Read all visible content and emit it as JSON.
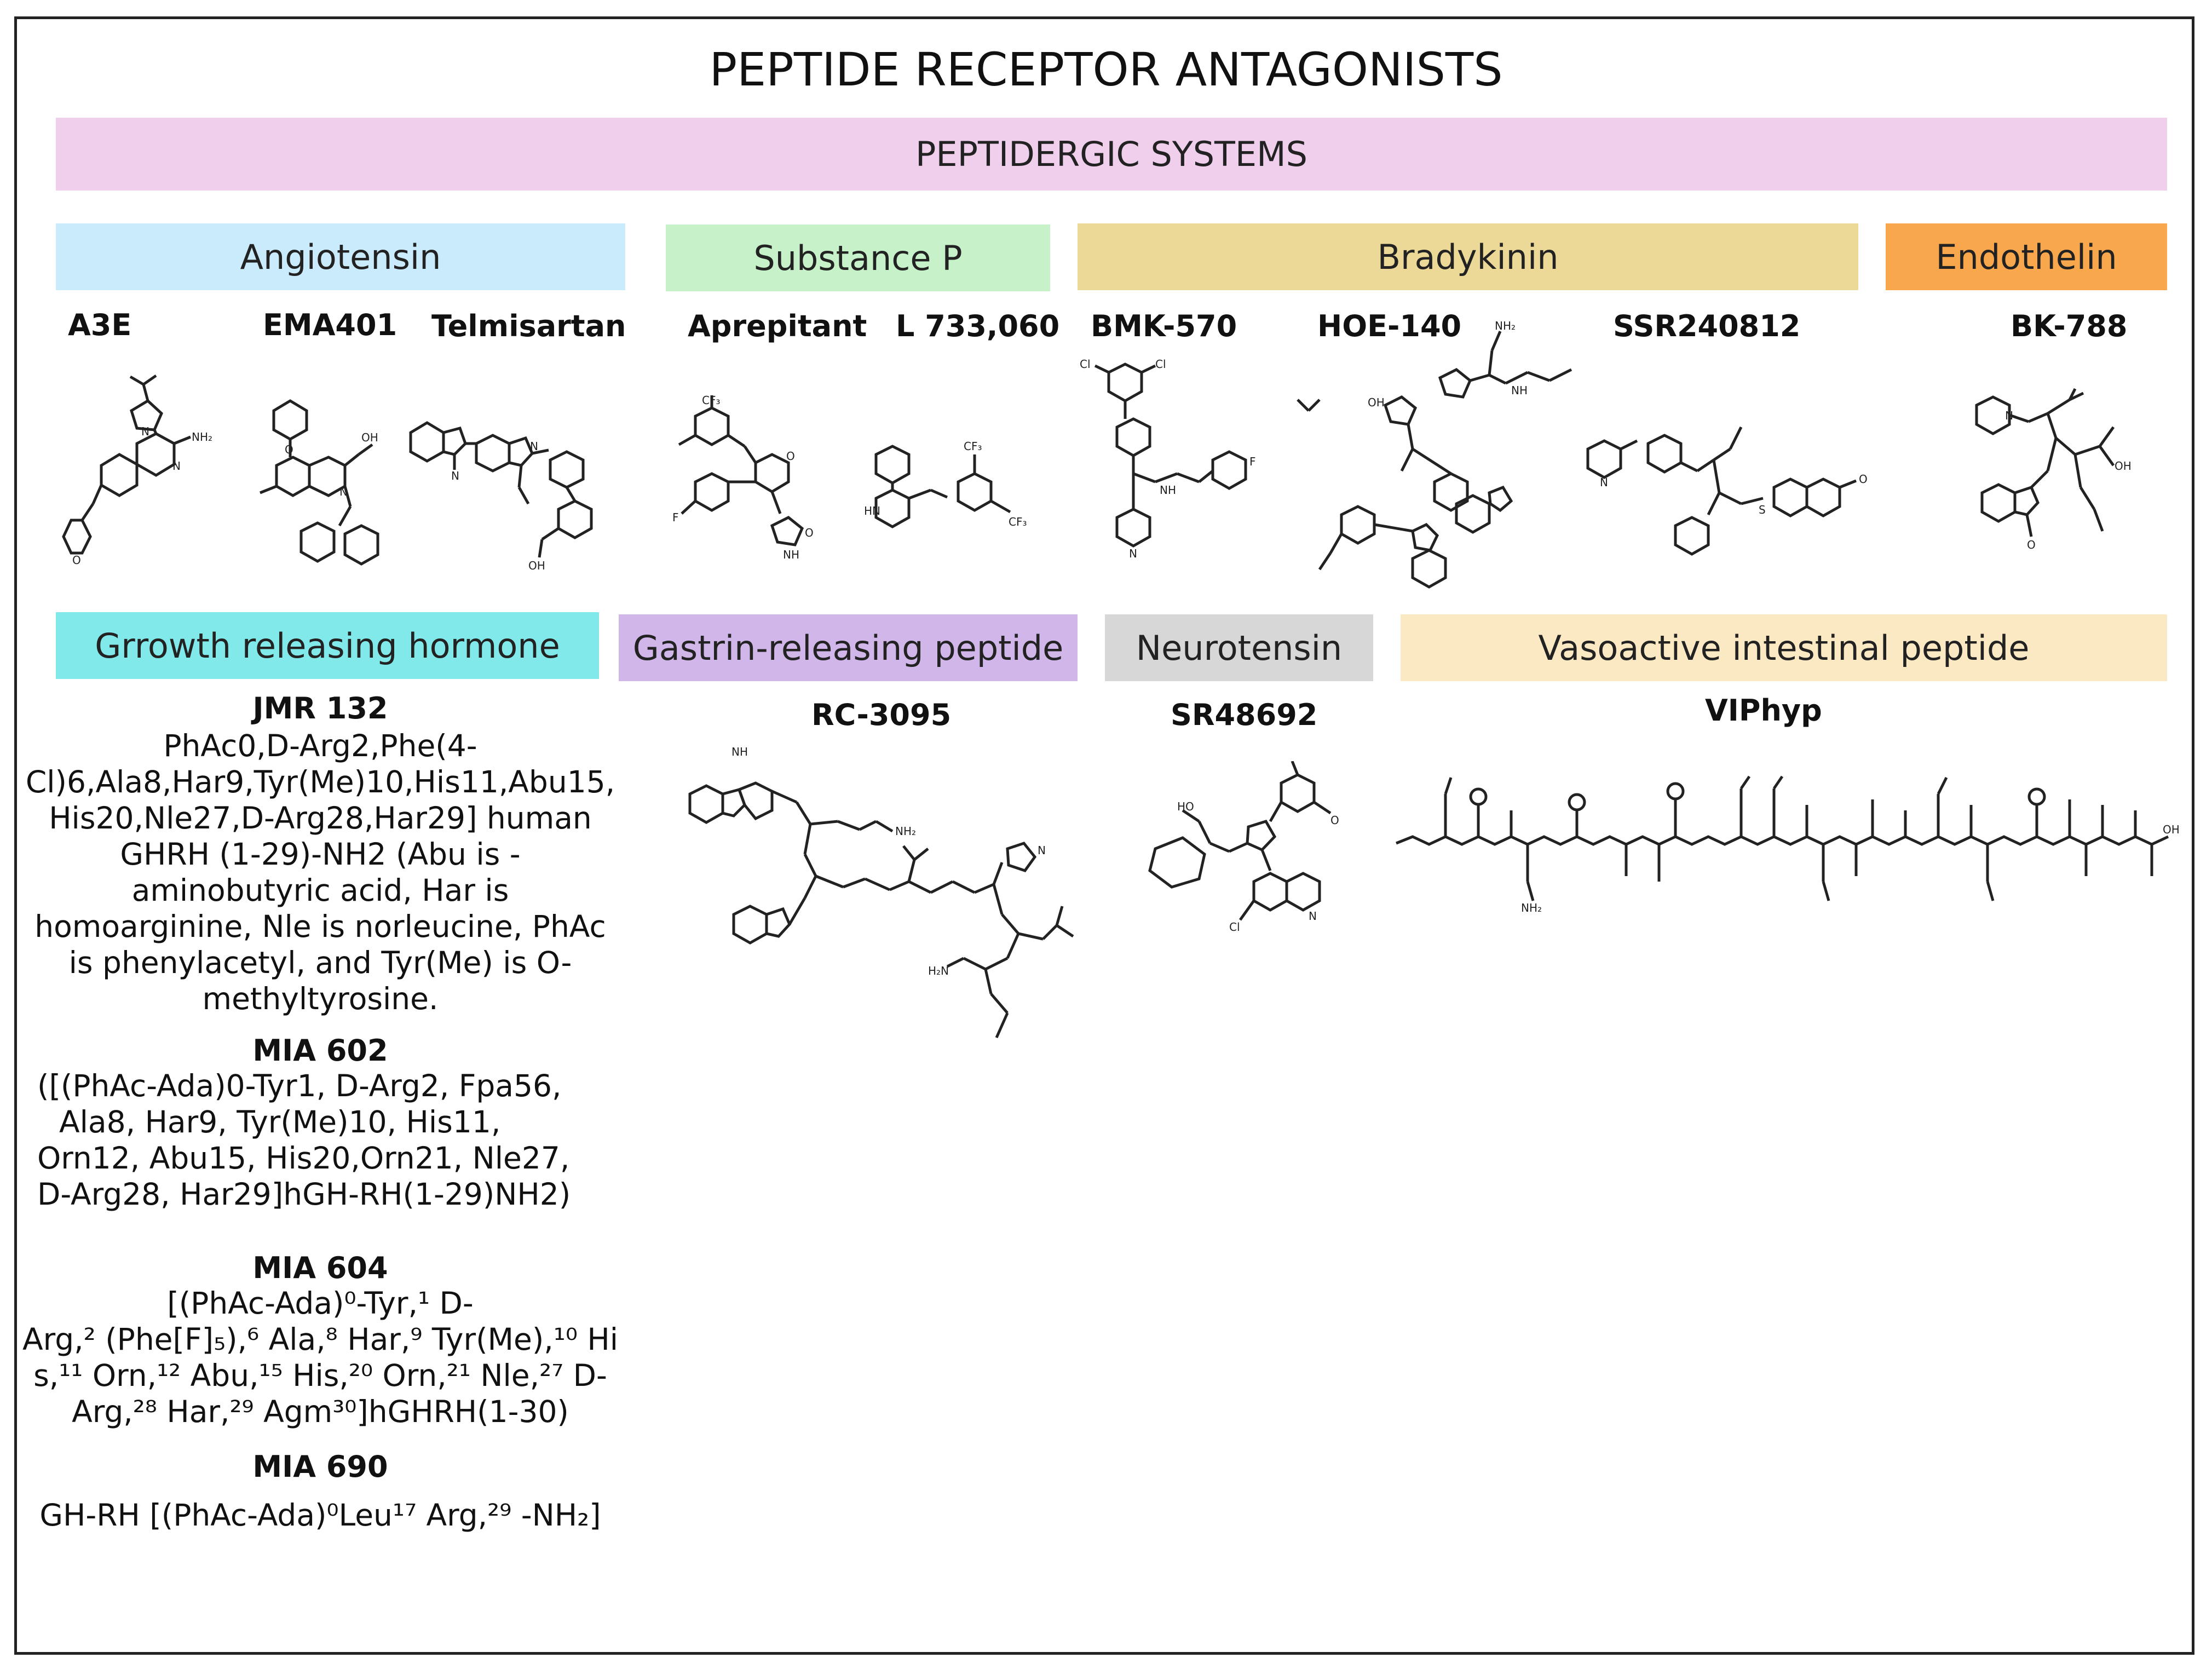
{
  "title": "PEPTIDE RECEPTOR ANTAGONISTS",
  "banner": "PEPTIDERGIC SYSTEMS",
  "colors": {
    "banner": "#f0cfec",
    "angiotensin": "#c9ebfb",
    "substance_p": "#c6f1c9",
    "bradykinin": "#ecd897",
    "endothelin": "#f8a74c",
    "growth": "#81e9ea",
    "gastrin": "#d1b6ea",
    "neurotensin": "#d7d7d7",
    "vip": "#fbe9c4"
  },
  "systems_top": {
    "angiotensin": {
      "label": "Angiotensin",
      "drugs": [
        "A3E",
        "EMA401",
        "Telmisartan"
      ]
    },
    "substance_p": {
      "label": "Substance P",
      "drugs": [
        "Aprepitant",
        "L 733,060"
      ]
    },
    "bradykinin": {
      "label": "Bradykinin",
      "drugs": [
        "BMK-570",
        "HOE-140",
        "SSR240812"
      ]
    },
    "endothelin": {
      "label": "Endothelin",
      "drugs": [
        "BK-788"
      ]
    }
  },
  "systems_bottom": {
    "growth": {
      "label": "Grrowth releasing hormone",
      "compounds": [
        {
          "name": "JMR 132",
          "lines": [
            "PhAc0,D-Arg2,Phe(4-",
            "Cl)6,Ala8,Har9,Tyr(Me)10,His11,Abu15,",
            "His20,Nle27,D-Arg28,Har29] human",
            "GHRH (1-29)-NH2 (Abu is -",
            "aminobutyric acid, Har is",
            "homoarginine, Nle is norleucine, PhAc",
            "is phenylacetyl, and Tyr(Me) is O-",
            "methyltyrosine."
          ]
        },
        {
          "name": "MIA 602",
          "lines": [
            "([(PhAc-Ada)0-Tyr1, D-Arg2, Fpa56,",
            "Ala8, Har9, Tyr(Me)10, His11,",
            "Orn12, Abu15, His20,Orn21, Nle27,",
            "D-Arg28, Har29]hGH-RH(1-29)NH2)"
          ]
        },
        {
          "name": "MIA 604",
          "lines": [
            "[(PhAc-Ada)⁰-Tyr,¹ D-",
            "Arg,² (Phe[F]₅),⁶ Ala,⁸ Har,⁹ Tyr(Me),¹⁰ Hi",
            "s,¹¹ Orn,¹² Abu,¹⁵ His,²⁰ Orn,²¹ Nle,²⁷ D-",
            "Arg,²⁸ Har,²⁹ Agm³⁰]hGHRH(1-30)"
          ]
        },
        {
          "name": "MIA 690",
          "lines": [
            "GH-RH [(PhAc-Ada)⁰Leu¹⁷ Arg,²⁹ -NH₂]"
          ]
        }
      ]
    },
    "gastrin": {
      "label": "Gastrin-releasing peptide",
      "drugs": [
        "RC-3095"
      ]
    },
    "neurotensin": {
      "label": "Neurotensin",
      "drugs": [
        "SR48692"
      ]
    },
    "vip": {
      "label": "Vasoactive intestinal peptide",
      "drugs": [
        "VIPhyp"
      ]
    }
  },
  "atoms": {
    "a3e_n": "N",
    "a3e_nh2": "NH₂",
    "a3e_o": "O",
    "a3e_n2": "N",
    "ema_o": "O",
    "ema_oh": "OH",
    "ema_n": "N",
    "tel_n": "N",
    "tel_n2": "N",
    "tel_oh": "OH",
    "apr_f": "F",
    "apr_cf3": "CF₃",
    "apr_o": "O",
    "apr_nh": "NH",
    "apr_o2": "O",
    "l73_hn": "HN",
    "l73_cf3": "CF₃",
    "l73_cf3b": "CF₃",
    "bmk_cl": "Cl",
    "bmk_cl2": "Cl",
    "bmk_f": "F",
    "bmk_nh": "NH",
    "bmk_n": "N",
    "hoe_nh2": "NH₂",
    "hoe_oh": "OH",
    "hoe_nh": "NH",
    "ssr_n": "N",
    "ssr_o": "O",
    "ssr_s": "S",
    "bk_n": "N",
    "bk_oh": "OH",
    "bk_o": "O",
    "rc_nh": "NH",
    "rc_nh2": "NH₂",
    "rc_h2n": "H₂N",
    "rc_n": "N",
    "sr_ho": "HO",
    "sr_o": "O",
    "sr_n": "N",
    "sr_cl": "Cl",
    "vip_nh2": "NH₂",
    "vip_oh": "OH"
  }
}
